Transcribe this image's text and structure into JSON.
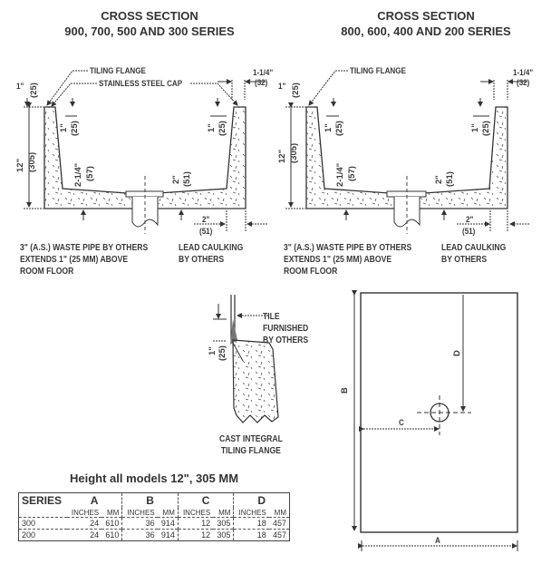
{
  "left_section": {
    "title_line1": "CROSS SECTION",
    "title_line2": "900, 700, 500 AND 300 SERIES",
    "labels": {
      "tiling_flange": "TILING FLANGE",
      "stainless_cap": "STAINLESS STEEL CAP",
      "flange_width": "1-1/4\"",
      "flange_width_mm": "(32)",
      "top_in": "1\"",
      "top_mm": "(25)",
      "height_in": "12\"",
      "height_mm": "(305)",
      "inner_left_in": "1\"",
      "inner_left_mm": "(25)",
      "inner_right_in": "1\"",
      "inner_right_mm": "(25)",
      "slope_left_in": "2-1/4\"",
      "slope_left_mm": "(57)",
      "slope_right_in": "2\"",
      "slope_right_mm": "(51)",
      "base_in": "2\"",
      "base_mm": "(51)"
    },
    "note_waste": [
      "3\" (A.S.) WASTE PIPE BY OTHERS",
      "EXTENDS 1\" (25 MM) ABOVE",
      "ROOM FLOOR"
    ],
    "note_caulk": [
      "LEAD CAULKING",
      "BY OTHERS"
    ]
  },
  "right_section": {
    "title_line1": "CROSS SECTION",
    "title_line2": "800, 600, 400 AND 200 SERIES",
    "labels": {
      "tiling_flange": "TILING FLANGE",
      "flange_width": "1-1/4\"",
      "flange_width_mm": "(32)",
      "top_in": "1\"",
      "top_mm": "(25)",
      "height_in": "12\"",
      "height_mm": "(305)",
      "inner_left_in": "1\"",
      "inner_left_mm": "(25)",
      "inner_right_in": "1\"",
      "inner_right_mm": "(25)",
      "slope_left_in": "2-1/4\"",
      "slope_left_mm": "(57)",
      "slope_right_in": "2\"",
      "slope_right_mm": "(51)",
      "base_in": "2\"",
      "base_mm": "(51)"
    },
    "note_waste": [
      "3\" (A.S.) WASTE PIPE BY OTHERS",
      "EXTENDS 1\" (25 MM) ABOVE",
      "ROOM FLOOR"
    ],
    "note_caulk": [
      "LEAD CAULKING",
      "BY OTHERS"
    ]
  },
  "flange_detail": {
    "tile_label": [
      "TILE",
      "FURNISHED",
      "BY OTHERS"
    ],
    "dim_in": "1\"",
    "dim_mm": "(25)",
    "caption": [
      "CAST INTEGRAL",
      "TILING FLANGE"
    ]
  },
  "plan_view": {
    "label_a": "A",
    "label_b": "B",
    "label_c": "C",
    "label_d": "D"
  },
  "dimensions_table": {
    "title": "Height all models 12\", 305 MM",
    "series_header": "SERIES",
    "groups": [
      "A",
      "B",
      "C",
      "D"
    ],
    "units": [
      "INCHES",
      "MM"
    ],
    "rows": [
      {
        "series": "300",
        "values": [
          "24",
          "610",
          "36",
          "914",
          "12",
          "305",
          "18",
          "457"
        ]
      },
      {
        "series": "200",
        "values": [
          "24",
          "610",
          "36",
          "914",
          "12",
          "305",
          "18",
          "457"
        ]
      }
    ]
  }
}
